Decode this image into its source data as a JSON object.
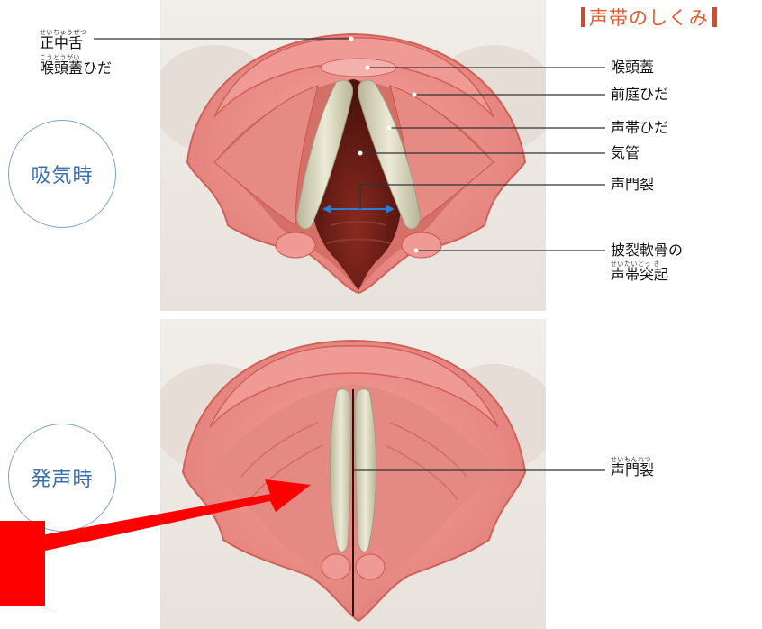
{
  "title": "声帯のしくみ",
  "top_panel": {
    "state_label": "吸気時",
    "labels": {
      "median_tongue": "正中舌",
      "median_tongue_ruby": "せいちゅうぜつ",
      "epiglottic_fold": "喉頭蓋ひだ",
      "epiglottic_fold_ruby": "こうとうがい",
      "epiglottis": "喉頭蓋",
      "vestibular_fold": "前庭ひだ",
      "vocal_fold": "声帯ひだ",
      "trachea": "気管",
      "glottis": "声門裂",
      "arytenoid_line1": "披裂軟骨の",
      "arytenoid_line2": "声帯突起",
      "arytenoid_ruby": "せいたいとっ き"
    }
  },
  "bottom_panel": {
    "state_label": "発声時",
    "labels": {
      "glottis": "声門裂",
      "glottis_ruby": "せいもんれつ"
    }
  },
  "colors": {
    "title": "#e25c2e",
    "circle_border": "#7ea2cf",
    "circle_text": "#3b6fae",
    "tissue": "#ec8a86",
    "tissue_dark": "#c9574f",
    "cord": "#d9d6bf",
    "trachea": "#6e1f17",
    "annotation": "#ff0000"
  }
}
